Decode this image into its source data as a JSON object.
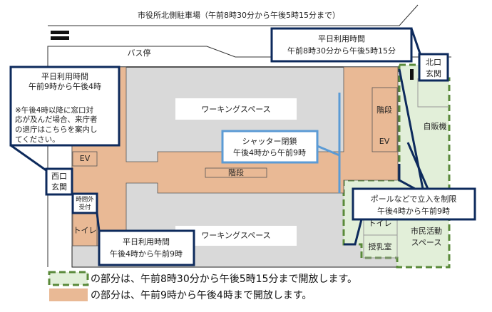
{
  "colors": {
    "restricted_area": "#e9b995",
    "extended_area": "#e2efd9",
    "extended_border": "#5a8a3a",
    "callout_border": "#0d2a5c",
    "shutter": "#5b9bd5",
    "workspace": "#d9d9d9"
  },
  "map": {
    "parking_label": "市役所北側駐車場（午前8時30分から午後5時15分まで）",
    "bus_stop": "バス停",
    "workspace_top": "ワーキングスペース",
    "workspace_bottom": "ワーキングスペース",
    "stairs_center": "階段",
    "stairs_right": "階段",
    "ev_right": "EV",
    "ev_left": "EV",
    "west_entrance": [
      "西口",
      "玄関"
    ],
    "north_entrance": [
      "北口",
      "玄関"
    ],
    "after_hours_reception": [
      "時間外",
      "受付"
    ],
    "toilet_left": "トイレ",
    "toilet_right": "トイレ",
    "vending": "自販機",
    "nursing_room": "授乳室",
    "citizen_space": [
      "市民活動",
      "スペース"
    ]
  },
  "callouts": {
    "west": [
      "平日利用時間",
      "午前9時から午後4時",
      "",
      "※午後4時以降に窓口対",
      "応が及んだ場合、来庁者",
      "の退庁はこちらを案内し",
      "てください。"
    ],
    "north": [
      "平日利用時間",
      "午前8時30分から午後5時15分"
    ],
    "shutter": [
      "シャッター閉鎖",
      "午後4時から午前9時"
    ],
    "reception": [
      "平日利用時間",
      "午後4時から午前9時"
    ],
    "pole": [
      "ポールなどで立入を制限",
      "午後4時から午前9時"
    ]
  },
  "legend": [
    {
      "text": "の部分は、午前8時30分から午後5時15分まで開放します。"
    },
    {
      "text": "の部分は、午前9時から午後4時まで開放します。"
    }
  ]
}
